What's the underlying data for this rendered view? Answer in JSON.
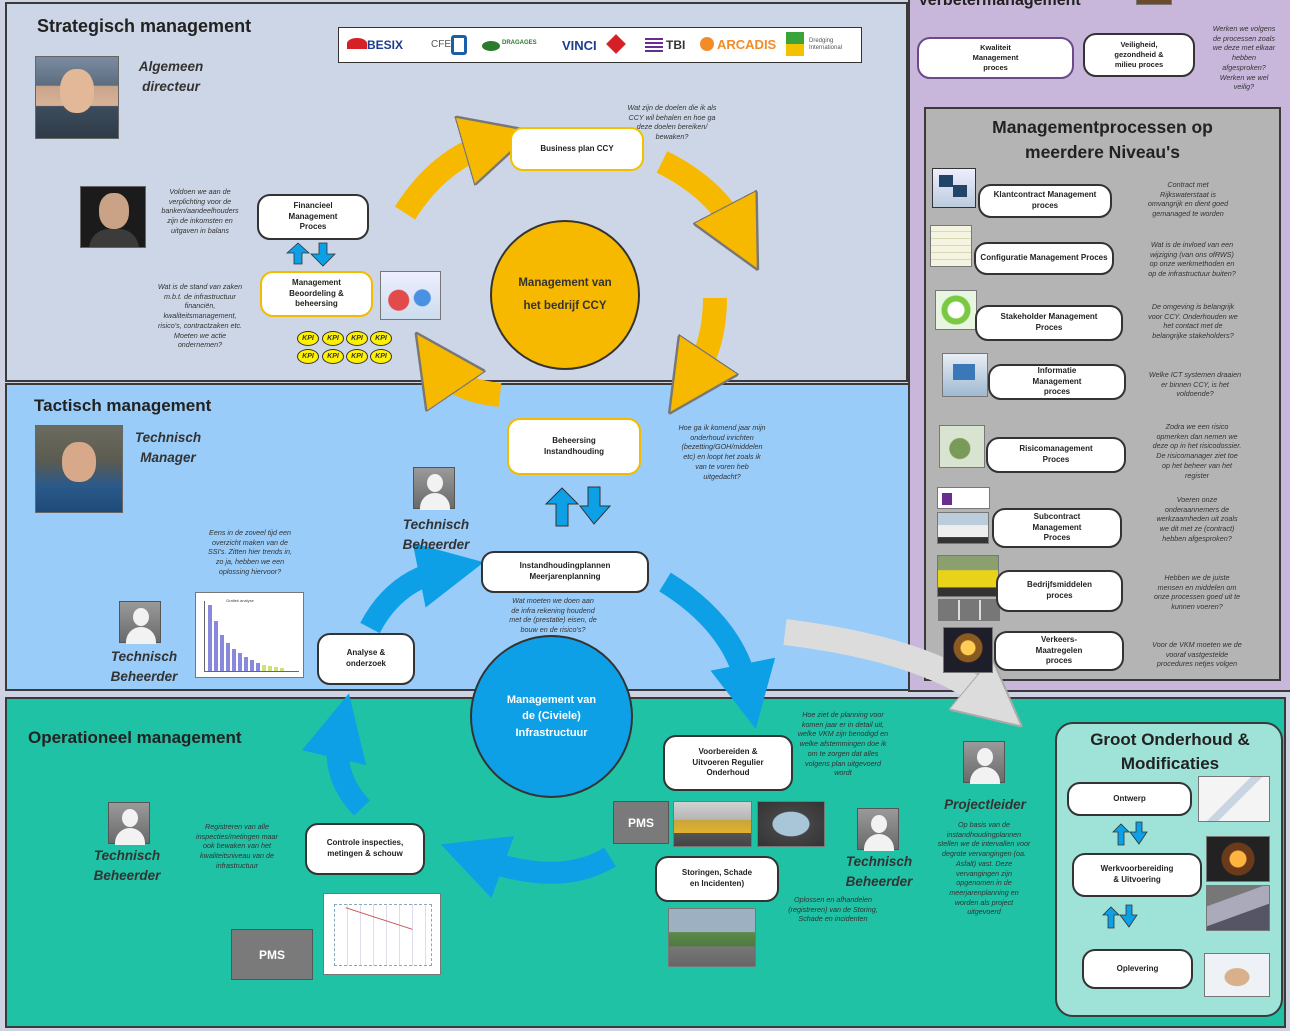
{
  "colors": {
    "strategic_bg": "#cdd6e6",
    "tactical_bg": "#99ccf9",
    "operational_bg": "#1fc2a5",
    "purple_bg": "#c9b7db",
    "grey_bg": "#b4b4b4",
    "groot_bg": "#9ee2d8",
    "gold": "#f7b800",
    "blue": "#0da0e6"
  },
  "strategic": {
    "title": "Strategisch management",
    "role": "Algemeen\ndirecteur",
    "logos": [
      "BESIX",
      "CFE",
      "DRAGAGES",
      "VINCI",
      "TBI",
      "ARCADIS",
      "Dredging International"
    ],
    "business_plan": "Business plan CCY",
    "financieel": "Financieel\nManagement\nProces",
    "beoordeling": "Management\nBeoordeling &\nbeheersing",
    "kpi": "KPI",
    "circle": "Management van\nhet bedrijf CCY",
    "note_doelen": "Wat zijn de doelen die ik als\nCCY wil behalen en hoe ga\ndeze doelen bereiken/\nbewaken?",
    "note_voldoen": "Voldoen we aan de\nverplichting voor de\nbanken/aandeelhouders\nzijn de inkomsten en\nuitgaven in balans",
    "note_stand": "Wat is de stand van zaken\nm.b.t. de infrastructuur\nfinanciën,\nkwaliteitsmanagement,\nrisico's, contractzaken etc.\nMoeten we actie\nondernemen?"
  },
  "tactical": {
    "title": "Tactisch management",
    "role_manager": "Technisch\nManager",
    "role_beheerder": "Technisch\nBeheerder",
    "beheersing": "Beheersing\nInstandhouding",
    "instand": "Instandhoudingplannen\nMeerjarenplanning",
    "analyse": "Analyse &\nonderzoek",
    "chart_title": "Grafiek analyse",
    "note_jaar": "Hoe ga ik komend jaar mijn\nonderhoud inrichten\n(bezetting/GOH/middelen\netc) en loopt het zoals ik\nvan te voren heb\nuitgedacht?",
    "note_eens": "Eens in de zoveel tijd een\noverzicht maken van de\nSSI's. Zitten hier trends in,\nzo ja, hebben we een\noplossing hiervoor?",
    "note_infra": "Wat moeten we doen aan\nde infra rekening houdend\nmet de (prestatie) eisen, de\nbouw en de risico's?"
  },
  "operational": {
    "title": "Operationeel management",
    "role_beheerder": "Technisch\nBeheerder",
    "role_projectleider": "Projectleider",
    "circle": "Management van\nde (Civiele)\nInfrastructuur",
    "voorbereiden": "Voorbereiden &\nUitvoeren Regulier\nOnderhoud",
    "storingen": "Storingen, Schade\nen Incidenten)",
    "controle": "Controle inspecties,\nmetingen & schouw",
    "pms": "PMS",
    "note_planning": "Hoe ziet de planning voor\nkomen jaar er in detail uit,\nwelke VKM zijn benodigd en\nwelke afstemmingen doe ik\nom te zorgen dat alles\nvolgens plan uitgevoerd\nwordt",
    "note_registreren": "Registreren van alle\ninspecties/metingen maar\nook bewaken van het\nkwaliteitsniveau van de\ninfrastructuur",
    "note_oplossen": "Oplossen en afhandelen\n(registreren) van de Storing,\nSchade en incidenten",
    "note_projectleider": "Op basis van de\ninstandhoudingplannen\nstellen we de intervallen voor\ndegrote vervangingen (oa.\nAsfalt) vast. Deze\nvervangingen zijn\nopgenomen in de\nmeerjarenplanning en\nworden als project\nuitgevoerd"
  },
  "verbeter": {
    "title": "Verbetermanagement",
    "kwaliteit": "Kwaliteit\nManagement\nproces",
    "veiligheid": "Veiligheid,\ngezondheid &\nmilieu proces",
    "note": "Werken we volgens\nde processen zoals\nwe deze met elkaar\nhebben\nafgesproken?\nWerken we wel\nveilig?"
  },
  "niveaus": {
    "title": "Managementprocessen op\nmeerdere Niveau's",
    "items": [
      {
        "label": "Klantcontract Management\nproces",
        "note": "Contract met\nRijkswaterstaat is\nomvangrijk en dient goed\ngemanaged te worden"
      },
      {
        "label": "Configuratie Management Proces",
        "note": "Wat is de invloed van een\nwijziging (van ons ofRWS)\nop onze werkmethoden en\nop de infrastructuur buiten?"
      },
      {
        "label": "Stakeholder Management\nProces",
        "note": "De omgeving is belangrijk\nvoor CCY. Onderhouden we\nhet contact met de\nbelangrijke stakeholders?"
      },
      {
        "label": "Informatie\nManagement\nproces",
        "note": "Welke ICT systemen draaien\ner binnen CCY, is het\nvoldoende?"
      },
      {
        "label": "Risicomanagement\nProces",
        "note": "Zodra we een risico\nopmerken dan nemen we\ndeze op in het risicodossier.\nDe risicomanager ziet toe\nop het beheer van het\nregister"
      },
      {
        "label": "Subcontract\nManagement\nProces",
        "note": "Voeren onze\nonderaannemers de\nwerkzaamheden uit zoals\nwe dit met ze (contract)\nhebben afgesproken?"
      },
      {
        "label": "Bedrijfsmiddelen\nproces",
        "note": "Hebben we de juiste\nmensen en middelen om\nonze processen goed uit te\nkunnen voeren?"
      },
      {
        "label": "Verkeers-\nMaatregelen\nproces",
        "note": "Voor de VKM moeten we de\nvooraf vastgestelde\nprocedures netjes volgen"
      }
    ]
  },
  "groot": {
    "title": "Groot Onderhoud &\nModificaties",
    "ontwerp": "Ontwerp",
    "werkvoorbereiding": "Werkvoorbereiding\n& Uitvoering",
    "oplevering": "Oplevering"
  }
}
